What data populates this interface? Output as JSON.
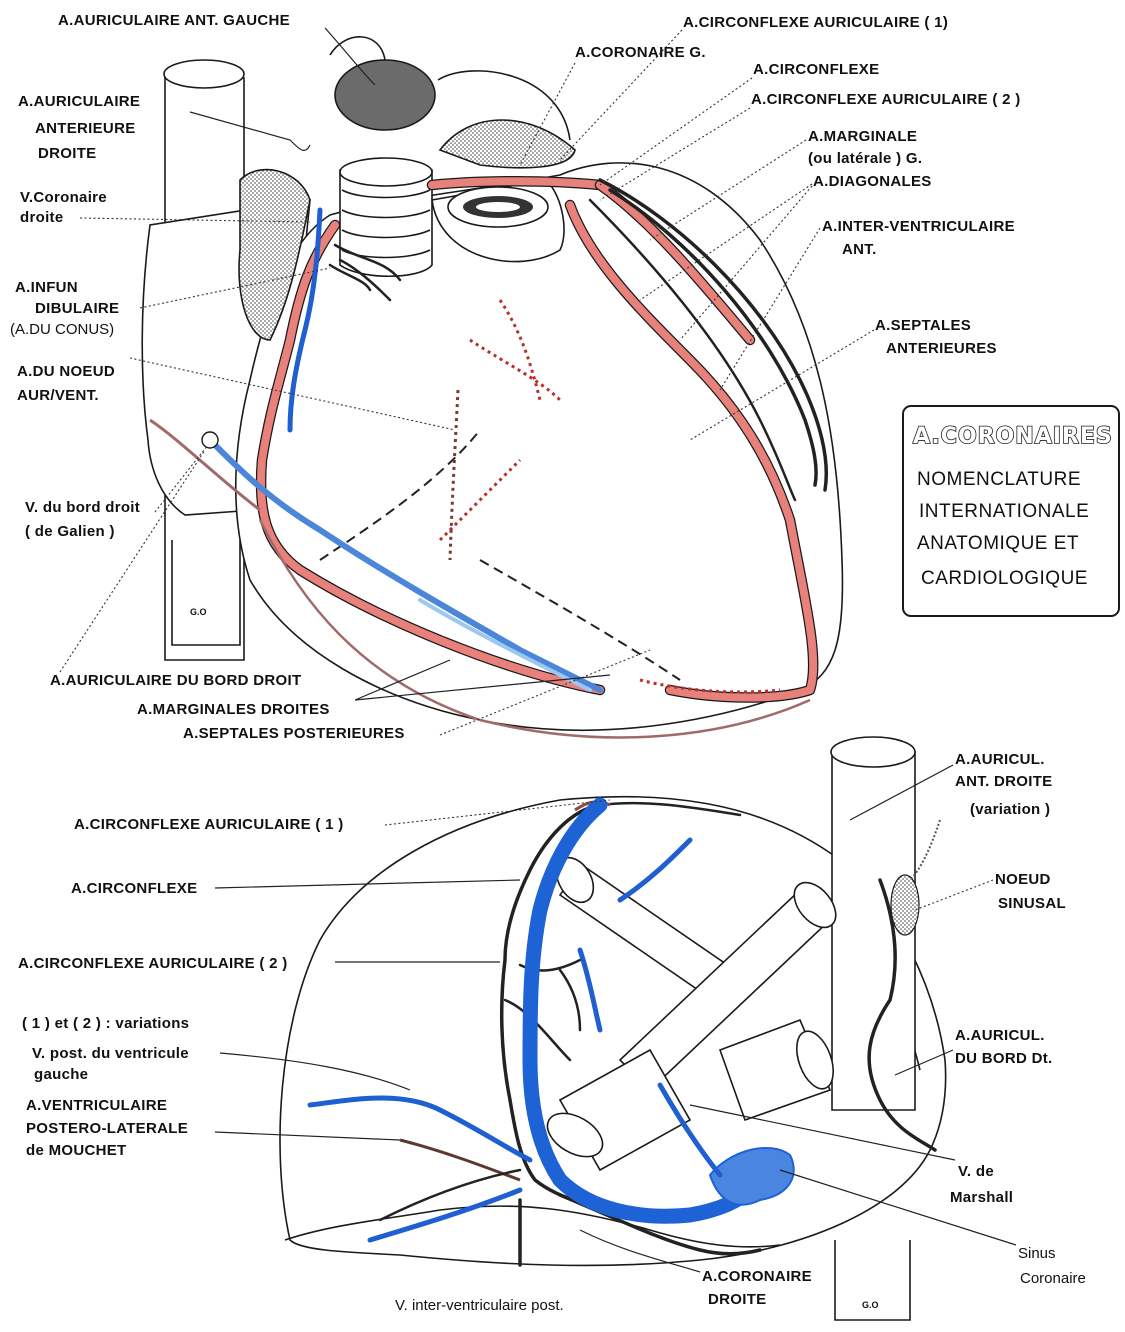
{
  "colors": {
    "artery": "#e8817b",
    "vein": "#1e63d6",
    "vein_light": "#8fc0ee",
    "outline": "#1a1a1a",
    "atrium_fill": "#6b6b6b"
  },
  "icons": [
    "stipple-pattern"
  ],
  "top_view": {
    "labels": {
      "auriculaire_ant_gauche": "A.AURICULAIRE ANT. GAUCHE",
      "circonflexe_auric_1": "A.CIRCONFLEXE AURICULAIRE ( 1)",
      "coronaire_g": "A.CORONAIRE G.",
      "circonflexe": "A.CIRCONFLEXE",
      "circonflexe_auric_2": "A.CIRCONFLEXE AURICULAIRE ( 2 )",
      "marginale_1": "A.MARGINALE",
      "marginale_2": "(ou latérale ) G.",
      "diagonales": "A.DIAGONALES",
      "interventriculaire_1": "A.INTER-VENTRICULAIRE",
      "interventriculaire_2": "ANT.",
      "septales_ant_1": "A.SEPTALES",
      "septales_ant_2": "ANTERIEURES",
      "auric_ant_droite_1": "A.AURICULAIRE",
      "auric_ant_droite_2": "ANTERIEURE",
      "auric_ant_droite_3": "DROITE",
      "v_coronaire_droite_1": "V.Coronaire",
      "v_coronaire_droite_2": "droite",
      "infundibulaire_1": "A.INFUN",
      "infundibulaire_2": "DIBULAIRE",
      "infundibulaire_3": "(A.DU CONUS)",
      "noeud_av_1": "A.DU NOEUD",
      "noeud_av_2": "AUR/VENT.",
      "v_bord_droit_1": "V. du bord droit",
      "v_bord_droit_2": "( de Galien )",
      "auric_bord_droit": "A.AURICULAIRE DU BORD DROIT",
      "marginales_droites": "A.MARGINALES DROITES",
      "septales_post": "A.SEPTALES POSTERIEURES",
      "go": "G.O"
    },
    "legend_box": {
      "title": "A.CORONAIRES",
      "lines": [
        "NOMENCLATURE",
        "INTERNATIONALE",
        "ANATOMIQUE ET",
        "CARDIOLOGIQUE"
      ]
    }
  },
  "bottom_view": {
    "labels": {
      "circonflexe_auric_1": "A.CIRCONFLEXE AURICULAIRE ( 1 )",
      "circonflexe": "A.CIRCONFLEXE",
      "circonflexe_auric_2": "A.CIRCONFLEXE AURICULAIRE ( 2 )",
      "variations": "( 1 ) et ( 2 ) : variations",
      "v_post_vg_1": "V. post. du ventricule",
      "v_post_vg_2": "gauche",
      "mouchet_1": "A.VENTRICULAIRE",
      "mouchet_2": "POSTERO-LATERALE",
      "mouchet_3": "de MOUCHET",
      "v_interventric_post": "V. inter-ventriculaire post.",
      "coronaire_droite_1": "A.CORONAIRE",
      "coronaire_droite_2": "DROITE",
      "auricul_ant_droite_1": "A.AURICUL.",
      "auricul_ant_droite_2": "ANT. DROITE",
      "auricul_ant_droite_3": "(variation )",
      "noeud_sinusal_1": "NOEUD",
      "noeud_sinusal_2": "SINUSAL",
      "auricul_bord_dt_1": "A.AURICUL.",
      "auricul_bord_dt_2": "DU BORD Dt.",
      "v_marshall_1": "V. de",
      "v_marshall_2": "Marshall",
      "sinus_coronaire_1": "Sinus",
      "sinus_coronaire_2": "Coronaire",
      "go": "G.O"
    }
  }
}
